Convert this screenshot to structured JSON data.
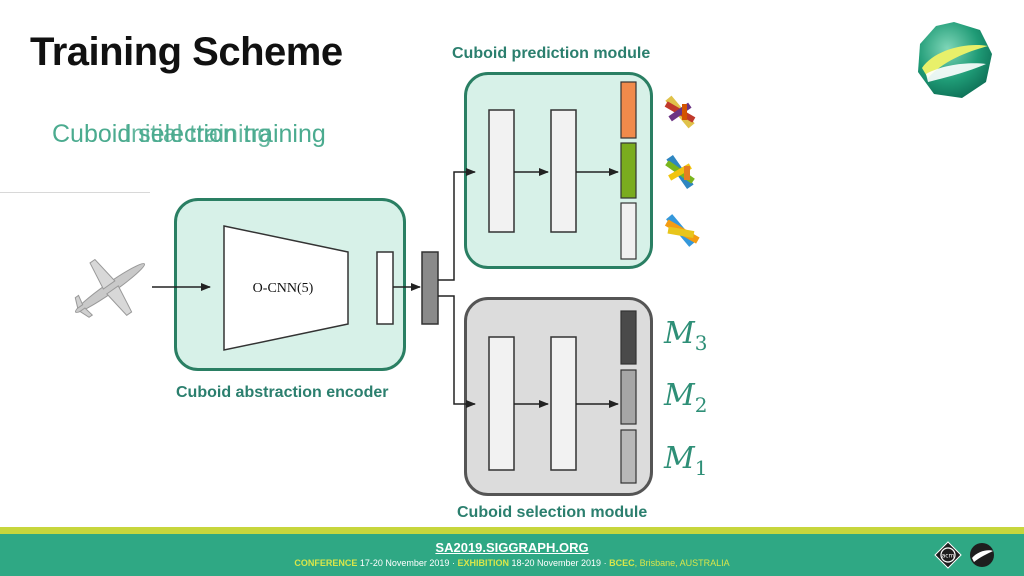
{
  "slide": {
    "title": "Training Scheme",
    "subtitle_a": "Cuboid selection training",
    "subtitle_b": "Initial training"
  },
  "diagram": {
    "cuboid_prediction_module": "Cuboid prediction module",
    "cuboid_abstraction_encoder": "Cuboid abstraction encoder",
    "cuboid_selection_module": "Cuboid selection module",
    "encoder_label": "O-CNN(5)",
    "m_labels": [
      {
        "base": "M",
        "sub": "3"
      },
      {
        "base": "M",
        "sub": "2"
      },
      {
        "base": "M",
        "sub": "1"
      }
    ],
    "colors": {
      "module_fill": "#d7f1e8",
      "module_border": "#2a7f63",
      "selection_fill": "#dcdcdc",
      "segment_orange": "#f08a4b",
      "segment_green": "#7aac1e"
    }
  },
  "footer": {
    "url": "SA2019.SIGGRAPH.ORG",
    "conference_label": "CONFERENCE",
    "conference_dates": "17-20 November 2019",
    "separator": "·",
    "exhibition_label": "EXHIBITION",
    "exhibition_dates": "18-20 November 2019",
    "venue_label": "BCEC",
    "venue_location": ", Brisbane, AUSTRALIA"
  },
  "icons": [
    "acm-logo-icon",
    "siggraph-asia-logo-icon",
    "airplane-icon"
  ]
}
